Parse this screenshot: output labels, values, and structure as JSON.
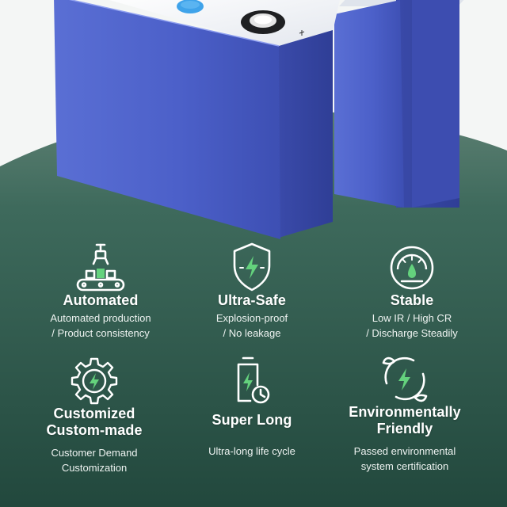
{
  "colors": {
    "background_dark": "#2f5a4e",
    "background_light": "#f4f6f5",
    "battery_blue": "#4e61c6",
    "icon_green": "#64d27d",
    "text": "#ffffff"
  },
  "features": [
    {
      "icon": "production-line-icon",
      "title": [
        "Automated"
      ],
      "desc": [
        "Automated production",
        "/ Product consistency"
      ]
    },
    {
      "icon": "shield-bolt-icon",
      "title": [
        "Ultra-Safe"
      ],
      "desc": [
        "Explosion-proof",
        "/ No leakage"
      ]
    },
    {
      "icon": "gauge-icon",
      "title": [
        "Stable"
      ],
      "desc": [
        "Low IR / High CR",
        "/ Discharge Steadily"
      ]
    },
    {
      "icon": "gear-bolt-icon",
      "title": [
        "Customized",
        "Custom-made"
      ],
      "desc": [
        "Customer Demand",
        "Customization"
      ]
    },
    {
      "icon": "battery-clock-icon",
      "title": [
        "Super Long"
      ],
      "desc": [
        "Ultra-long life cycle"
      ]
    },
    {
      "icon": "leaf-bolt-icon",
      "title": [
        "Environmentally",
        "Friendly"
      ],
      "desc": [
        "Passed environmental",
        "system certification"
      ]
    }
  ]
}
